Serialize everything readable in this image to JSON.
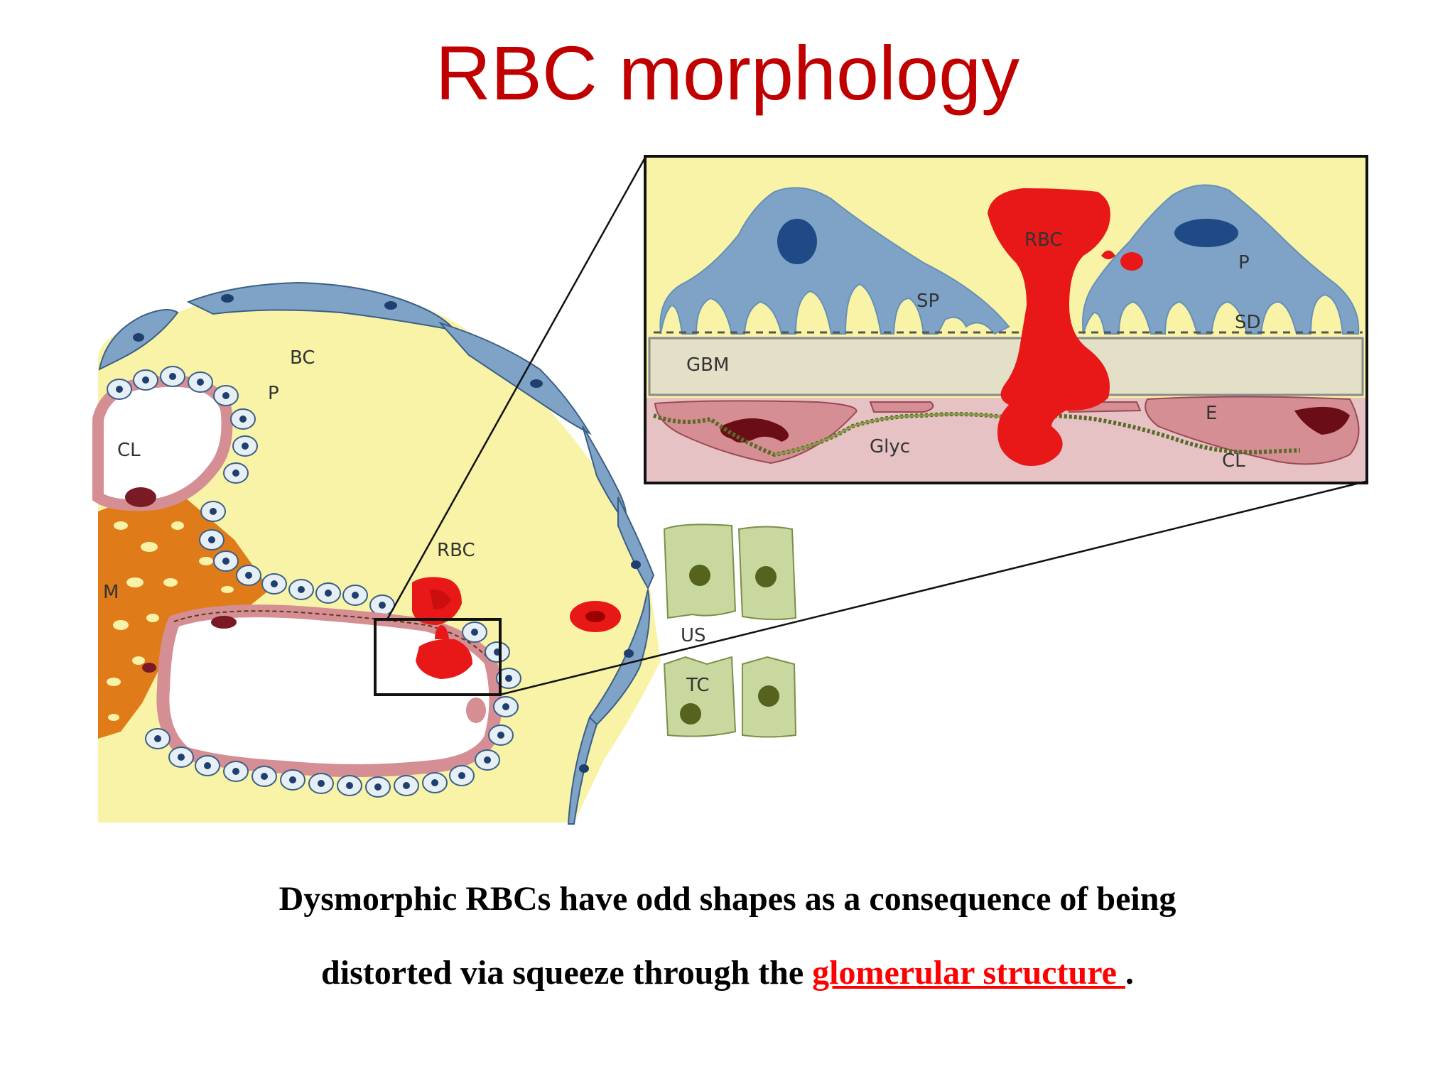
{
  "title": "RBC morphology",
  "diagram": {
    "labels": {
      "bc": "BC",
      "p_left": "P",
      "cl_left": "CL",
      "m": "M",
      "rbc_main": "RBC",
      "us": "US",
      "tc": "TC",
      "sp": "SP",
      "rbc_inset": "RBC",
      "p_inset": "P",
      "sd": "SD",
      "gbm": "GBM",
      "e": "E",
      "glyc": "Glyc",
      "cl_inset": "CL"
    }
  },
  "caption": {
    "line1": "Dysmorphic RBCs have odd shapes as a consequence of being",
    "line2_prefix": "distorted via squeeze through the ",
    "line2_link": "glomerular structure ",
    "line2_suffix": "."
  },
  "colors": {
    "title": "#c00000",
    "link": "#ff0000",
    "background_yellow": "#f8f3a6",
    "podocyte_blue": "#7fa3c7",
    "rbc_red": "#e81818"
  }
}
